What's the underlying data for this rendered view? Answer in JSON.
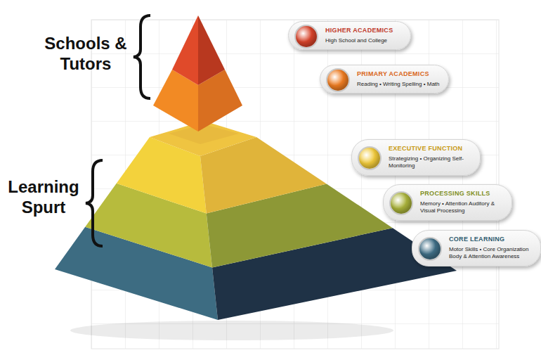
{
  "diagram": {
    "nodes": [
      {
        "text": [
          "HIGHER ACADEMICS",
          "High School and College"
        ]
      },
      {
        "text": [
          "PRIMARY ACADEMICS",
          "Reading • Writing Spelling • Math"
        ]
      },
      {
        "text": [
          "EXECUTIVE FUNCTION",
          "Strategizing • Organizing Self-Monitoring"
        ]
      },
      {
        "text": [
          "PROCESSING SKILLS",
          "Memory • Attention Auditory & Visual Processing"
        ]
      },
      {
        "text": [
          "CORE LEARNING",
          "Motor Skills • Core Organization Body & Attention Awareness"
        ]
      }
    ],
    "labels": [
      "Schools & Tutors",
      "Learning Spurt"
    ]
  }
}
